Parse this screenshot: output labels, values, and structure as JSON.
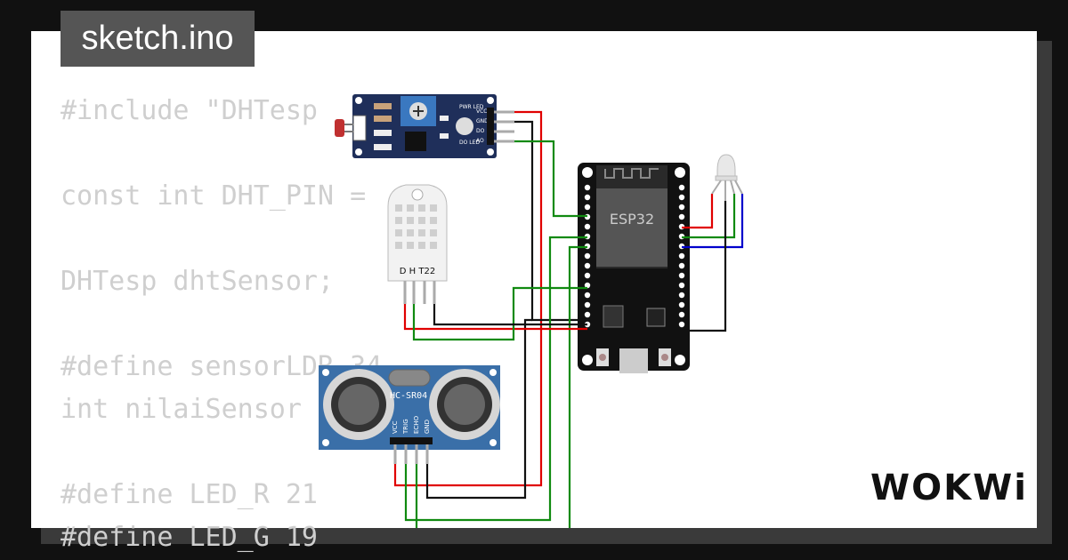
{
  "title": "sketch.ino",
  "code_lines": [
    "#include \"DHTesp",
    "",
    "const int DHT_PIN = ",
    "",
    "DHTesp dhtSensor;",
    "",
    "#define sensorLDR 34",
    "int nilaiSensor",
    "",
    "#define LED_R 21",
    "#define LED_G 19"
  ],
  "components": {
    "ldr": {
      "pins": [
        "VCC",
        "GND",
        "DO",
        "AO"
      ],
      "leds": [
        "PWR LED",
        "DO LED"
      ]
    },
    "dht": {
      "label": "D H T22"
    },
    "ultrasonic": {
      "label": "HC-SR04",
      "pins": [
        "VCC",
        "TRIG",
        "ECHO",
        "GND"
      ]
    },
    "esp32": {
      "label": "ESP32"
    }
  },
  "logo": "WOKWi",
  "colors": {
    "wire_red": "#e00000",
    "wire_black": "#111111",
    "wire_green": "#108a10",
    "wire_blue": "#0000cc",
    "board_blue": "#1f2f5a",
    "sensor_blue": "#3a6fa8"
  }
}
